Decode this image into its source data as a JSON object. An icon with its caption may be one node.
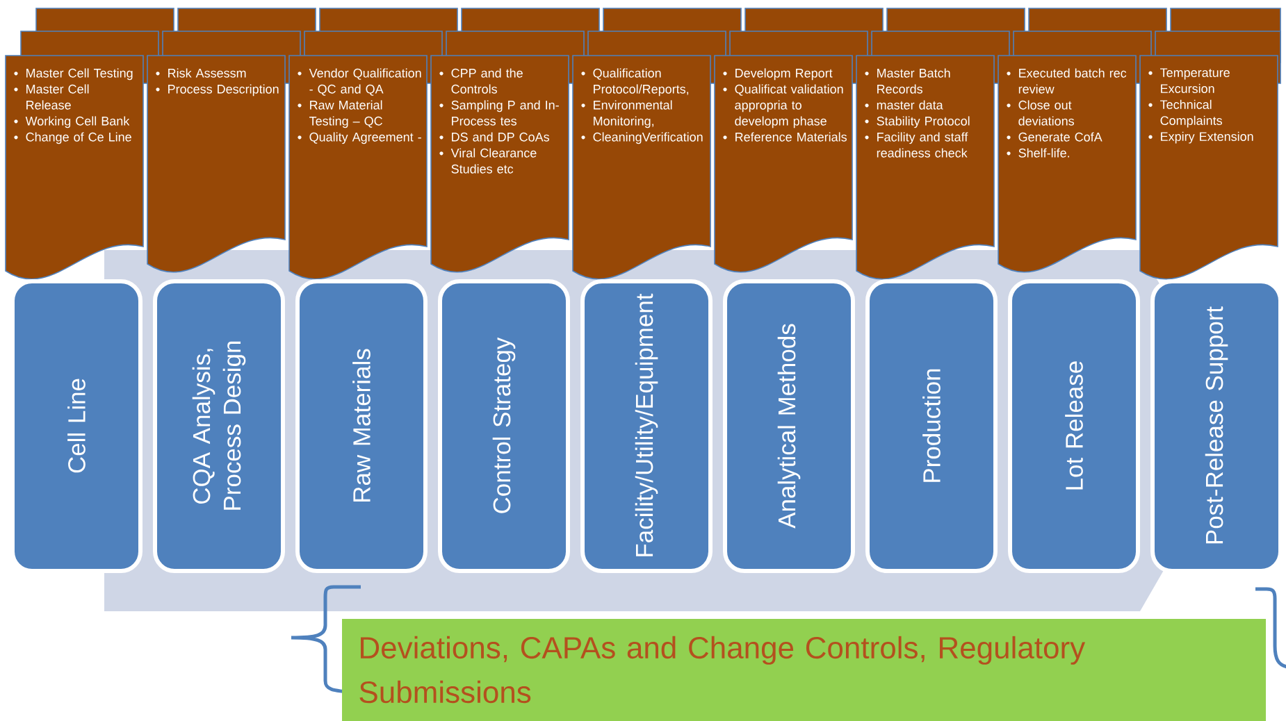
{
  "diagram": {
    "nodes": [
      {
        "text": [
          "Master Cell Testing",
          "Master Cell Release",
          "Working Cell Bank",
          "Change of Ce Line"
        ]
      },
      {
        "text": [
          "Risk Assessm",
          "Process Description"
        ]
      },
      {
        "text": [
          "Vendor Qualification - QC and QA",
          "Raw Material Testing – QC",
          "Quality Agreement -"
        ]
      },
      {
        "text": [
          "CPP and the Controls",
          "Sampling P and In-Process tes",
          "DS and DP CoAs",
          "Viral Clearance Studies etc"
        ]
      },
      {
        "text": [
          "Qualification Protocol/Reports,",
          "Environmental Monitoring,",
          "CleaningVerification"
        ]
      },
      {
        "text": [
          "Developm Report",
          "Qualificat validation appropria to developm phase",
          "Reference Materials"
        ]
      },
      {
        "text": [
          "Master Batch Records",
          "master data",
          "Stability Protocol",
          "Facility and staff readiness check"
        ]
      },
      {
        "text": [
          "Executed batch rec review",
          "Close out deviations",
          "Generate CofA",
          "Shelf-life."
        ]
      },
      {
        "text": [
          "Temperature Excursion",
          "Technical Complaints",
          "Expiry Extension"
        ]
      },
      {
        "text": [
          "Cell Line"
        ]
      },
      {
        "text": [
          "CQA Analysis, Process Design"
        ]
      },
      {
        "text": [
          "Raw Materials"
        ]
      },
      {
        "text": [
          "Control Strategy"
        ]
      },
      {
        "text": [
          "Facility/Utility/Equipment"
        ]
      },
      {
        "text": [
          "Analytical Methods"
        ]
      },
      {
        "text": [
          "Production"
        ]
      },
      {
        "text": [
          "Lot Release"
        ]
      },
      {
        "text": [
          "Post-Release Support"
        ]
      },
      {
        "text": [
          "Deviations, CAPAs and Change Controls, Regulatory Submissions"
        ]
      }
    ]
  }
}
